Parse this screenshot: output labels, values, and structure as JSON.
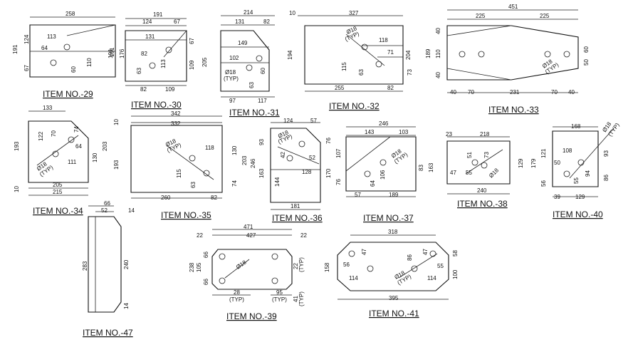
{
  "items": [
    {
      "id": "29",
      "label": "ITEM NO.-29",
      "dims": [
        "258",
        "113",
        "64",
        "191",
        "124",
        "67",
        "191",
        "60",
        "110"
      ]
    },
    {
      "id": "30",
      "label": "ITEM NO.-30",
      "dims": [
        "191",
        "124",
        "67",
        "131",
        "176",
        "82",
        "67",
        "109",
        "63",
        "113",
        "191",
        "82",
        "109"
      ]
    },
    {
      "id": "31",
      "label": "ITEM NO.-31",
      "dims": [
        "214",
        "131",
        "82",
        "149",
        "102",
        "205",
        "Ø18",
        "(TYP)",
        "63",
        "60",
        "97",
        "117"
      ]
    },
    {
      "id": "32",
      "label": "ITEM NO.-32",
      "dims": [
        "10",
        "327",
        "Ø18",
        "(TYP)",
        "118",
        "71",
        "194",
        "204",
        "115",
        "63",
        "73",
        "255",
        "82"
      ]
    },
    {
      "id": "33",
      "label": "ITEM NO.-33",
      "dims": [
        "451",
        "225",
        "225",
        "40",
        "110",
        "189",
        "40",
        "60",
        "50",
        "Ø18",
        "(TYP)",
        "40",
        "70",
        "231",
        "70",
        "40"
      ]
    },
    {
      "id": "34",
      "label": "ITEM NO.-34",
      "dims": [
        "133",
        "122",
        "70",
        "74",
        "64",
        "193",
        "203",
        "130",
        "111",
        "Ø18",
        "(TYP)",
        "10",
        "205",
        "215"
      ]
    },
    {
      "id": "35",
      "label": "ITEM NO.-35",
      "dims": [
        "342",
        "332",
        "10",
        "Ø18",
        "(TYP)",
        "118",
        "130",
        "193",
        "203",
        "74",
        "115",
        "63",
        "260",
        "82"
      ]
    },
    {
      "id": "36",
      "label": "ITEM NO.-36",
      "dims": [
        "124",
        "57",
        "Ø18",
        "(TYP)",
        "93",
        "246",
        "163",
        "76",
        "42",
        "52",
        "144",
        "170",
        "128",
        "181"
      ]
    },
    {
      "id": "37",
      "label": "ITEM NO.-37",
      "dims": [
        "246",
        "143",
        "103",
        "107",
        "Ø18",
        "(TYP)",
        "83",
        "163",
        "76",
        "64",
        "106",
        "57",
        "189"
      ]
    },
    {
      "id": "38",
      "label": "ITEM NO.-38",
      "dims": [
        "23",
        "218",
        "51",
        "73",
        "129",
        "47",
        "55",
        "Ø18",
        "240"
      ]
    },
    {
      "id": "40",
      "label": "ITEM NO.-40",
      "dims": [
        "168",
        "Ø18",
        "(TYP)",
        "108",
        "121",
        "179",
        "93",
        "50",
        "56",
        "86",
        "55",
        "94",
        "39",
        "129"
      ]
    },
    {
      "id": "47",
      "label": "ITEM NO.-47",
      "dims": [
        "66",
        "52",
        "14",
        "283",
        "240",
        "14"
      ]
    },
    {
      "id": "39",
      "label": "ITEM NO.-39",
      "dims": [
        "471",
        "427",
        "22",
        "22",
        "238",
        "105",
        "66",
        "66",
        "Ø18",
        "28",
        "(TYP)",
        "95",
        "(TYP)",
        "22",
        "(TYP)",
        "41",
        "(TYP)"
      ]
    },
    {
      "id": "41",
      "label": "ITEM NO.-41",
      "dims": [
        "318",
        "47",
        "56",
        "86",
        "47",
        "55",
        "158",
        "58",
        "100",
        "Ø18",
        "(TYP)",
        "114",
        "114",
        "395"
      ]
    }
  ]
}
